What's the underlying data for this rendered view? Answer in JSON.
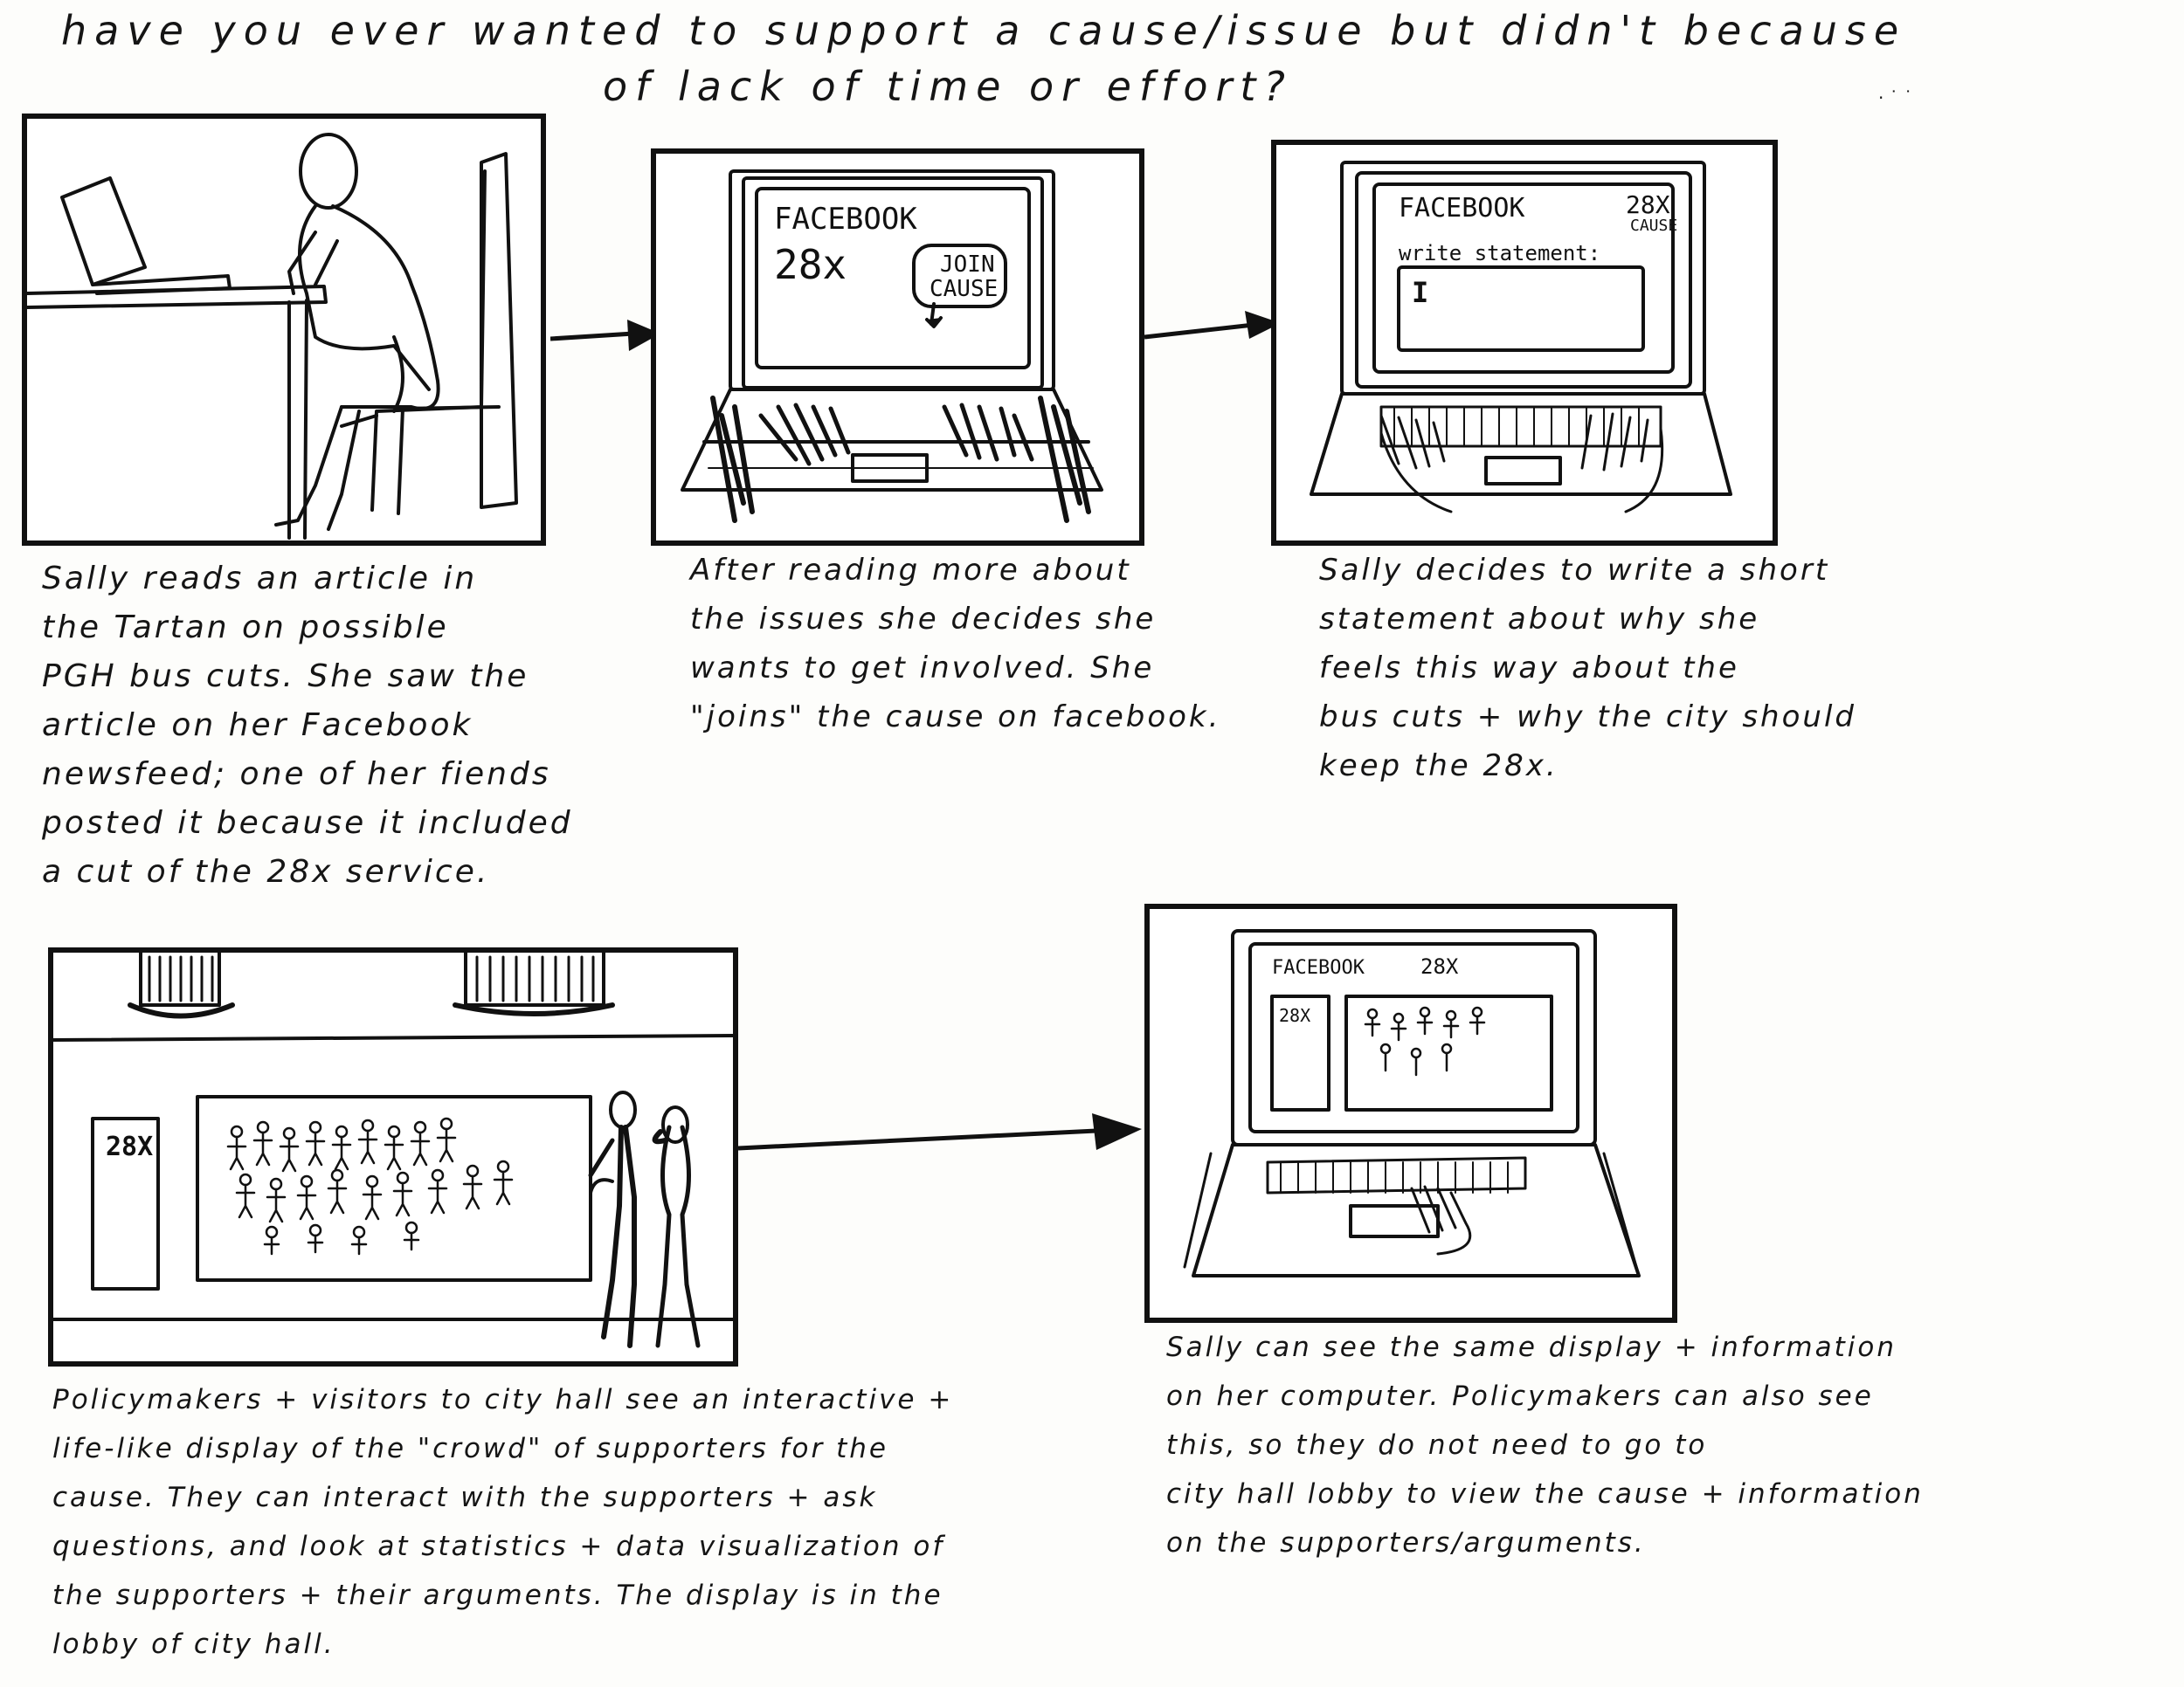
{
  "title": {
    "line1": "have you ever  wanted to support a cause/issue but didn't because",
    "line2": "of lack of  time or effort?"
  },
  "panels": [
    {
      "caption": [
        "Sally reads an article in",
        "the Tartan on possible",
        "PGH bus cuts. She saw the",
        "article on her Facebook",
        "newsfeed; one of her fiends",
        "posted it because it included",
        "a cut of the 28x service."
      ]
    },
    {
      "screen": {
        "brand": "FACEBOOK",
        "route": "28x",
        "button_line1": "JOIN",
        "button_line2": "CAUSE"
      },
      "caption": [
        "After reading more about",
        "the issues she decides she",
        "wants to get involved. She",
        "\"joins\" the cause on facebook."
      ]
    },
    {
      "screen": {
        "brand": "FACEBOOK",
        "route": "28X",
        "tag": "CAUSE",
        "prompt": "write statement:",
        "cursor": "I"
      },
      "caption": [
        "Sally decides to write a short",
        "statement about why she",
        "feels this way about the",
        "bus cuts + why the city should",
        "keep the 28x."
      ]
    },
    {
      "screen": {
        "route": "28X"
      },
      "caption": [
        "Policymakers + visitors to city hall  see an interactive +",
        "life-like display of the \"crowd\" of supporters for the",
        "cause. They can interact with the  supporters + ask",
        "questions, and look at statistics + data visualization of",
        "the supporters + their arguments. The display is in the",
        "lobby of city hall."
      ]
    },
    {
      "screen": {
        "brand": "FACEBOOK",
        "route": "28X",
        "side": "28X"
      },
      "caption": [
        "Sally can see the same display + information",
        "on her computer. Policymakers can also see",
        "this, so they do not need to go to",
        "city hall  lobby to view the cause + information",
        "on the supporters/arguments."
      ]
    }
  ]
}
